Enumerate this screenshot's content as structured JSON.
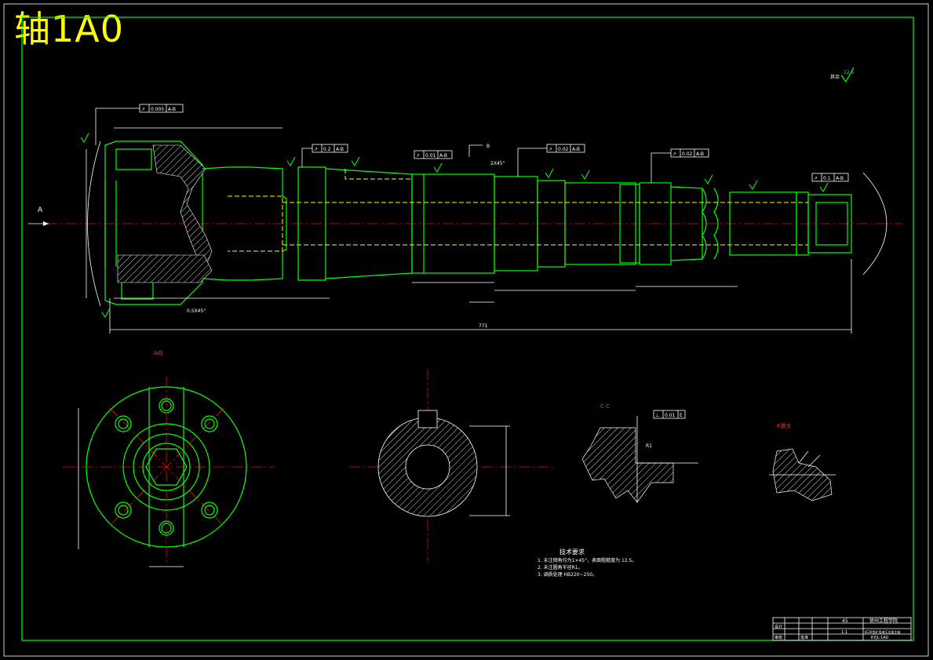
{
  "title": "轴1A0",
  "labels": {
    "view_a": "A向",
    "section_cc": "C-C",
    "detail_k": "K放大",
    "arrow_a": "A",
    "arrow_b": "B",
    "roughness_other": "其余",
    "roughness_other_val": "12.5"
  },
  "tolerances": [
    {
      "id": "t1",
      "sym": "↗",
      "val": "0.005",
      "ref": "A-B"
    },
    {
      "id": "t2",
      "sym": "↗",
      "val": "0.2",
      "ref": "A-B"
    },
    {
      "id": "t3",
      "sym": "↗",
      "val": "0.01",
      "ref": "A-B"
    },
    {
      "id": "t4",
      "sym": "↗",
      "val": "0.02",
      "ref": "A-B"
    },
    {
      "id": "t5",
      "sym": "↗",
      "val": "0.02",
      "ref": "A-B"
    },
    {
      "id": "t6",
      "sym": "↗",
      "val": "0.1",
      "ref": "A-B"
    },
    {
      "id": "t7",
      "sym": "⊥",
      "val": "0.01",
      "ref": "E"
    }
  ],
  "dims": {
    "chamfer": "0.5X45°",
    "chamfer2": "2X45°",
    "total_len": "771",
    "r1": "R1"
  },
  "tech_requirements": {
    "heading": "技术要求",
    "items": [
      "1. 未注倒角均为1×45°，表面粗糙度为 12.5。",
      "2. 未注圆角半径R1。",
      "3. 调质处理 HB220~250。"
    ]
  },
  "title_block": {
    "material": "45",
    "school": "徐州工程学院",
    "scale": "1:1",
    "drawing_name": "JG30型矿用液压支架主轴",
    "design": "设计",
    "check": "审核",
    "approve": "批准",
    "drawing_no": "KYJL-1A0"
  }
}
